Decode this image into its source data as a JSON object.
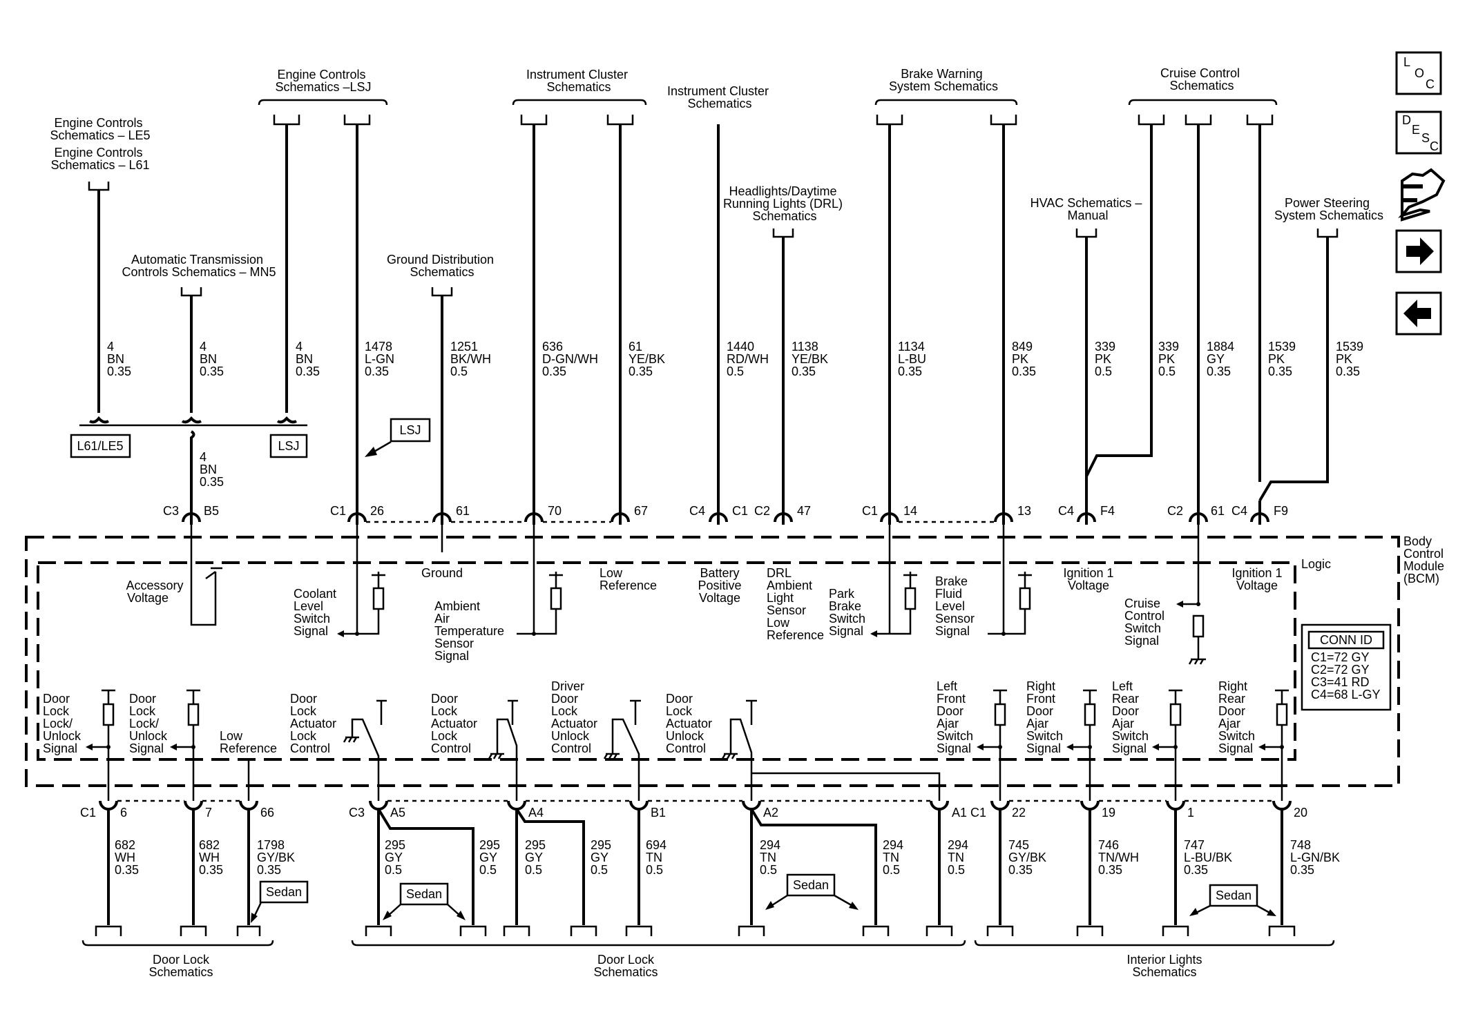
{
  "top_refs": [
    {
      "id": "engine-le5",
      "lines": [
        "Engine Controls",
        "Schematics – LE5"
      ]
    },
    {
      "id": "engine-l61",
      "lines": [
        "Engine Controls",
        "Schematics – L61"
      ]
    },
    {
      "id": "engine-lsj",
      "lines": [
        "Engine Controls",
        "Schematics –LSJ"
      ]
    },
    {
      "id": "trans-mn5",
      "lines": [
        "Automatic Transmission",
        "Controls Schematics – MN5"
      ]
    },
    {
      "id": "ground-dist",
      "lines": [
        "Ground Distribution",
        "Schematics"
      ]
    },
    {
      "id": "ic-1",
      "lines": [
        "Instrument Cluster",
        "Schematics"
      ]
    },
    {
      "id": "ic-2",
      "lines": [
        "Instrument Cluster",
        "Schematics"
      ]
    },
    {
      "id": "headlights",
      "lines": [
        "Headlights/Daytime",
        "Running Lights (DRL)",
        "Schematics"
      ]
    },
    {
      "id": "brake-warning",
      "lines": [
        "Brake Warning",
        "System Schematics"
      ]
    },
    {
      "id": "hvac",
      "lines": [
        "HVAC Schematics –",
        "Manual"
      ]
    },
    {
      "id": "cruise",
      "lines": [
        "Cruise Control",
        "Schematics"
      ]
    },
    {
      "id": "power-steering",
      "lines": [
        "Power Steering",
        "System Schematics"
      ]
    }
  ],
  "upper_wires": [
    {
      "id": "w1",
      "lines": [
        "4",
        "BN",
        "0.35"
      ]
    },
    {
      "id": "w2",
      "lines": [
        "4",
        "BN",
        "0.35"
      ]
    },
    {
      "id": "w3",
      "lines": [
        "4",
        "BN",
        "0.35"
      ]
    },
    {
      "id": "w4",
      "lines": [
        "1478",
        "L-GN",
        "0.35"
      ]
    },
    {
      "id": "w5",
      "lines": [
        "1251",
        "BK/WH",
        "0.5"
      ]
    },
    {
      "id": "w6",
      "lines": [
        "636",
        "D-GN/WH",
        "0.35"
      ]
    },
    {
      "id": "w7",
      "lines": [
        "61",
        "YE/BK",
        "0.35"
      ]
    },
    {
      "id": "w8",
      "lines": [
        "1440",
        "RD/WH",
        "0.5"
      ]
    },
    {
      "id": "w9",
      "lines": [
        "1138",
        "YE/BK",
        "0.35"
      ]
    },
    {
      "id": "w10",
      "lines": [
        "1134",
        "L-BU",
        "0.35"
      ]
    },
    {
      "id": "w11",
      "lines": [
        "849",
        "PK",
        "0.35"
      ]
    },
    {
      "id": "w12",
      "lines": [
        "339",
        "PK",
        "0.5"
      ]
    },
    {
      "id": "w13",
      "lines": [
        "339",
        "PK",
        "0.5"
      ]
    },
    {
      "id": "w14",
      "lines": [
        "1884",
        "GY",
        "0.35"
      ]
    },
    {
      "id": "w15",
      "lines": [
        "1539",
        "PK",
        "0.35"
      ]
    },
    {
      "id": "w16",
      "lines": [
        "1539",
        "PK",
        "0.35"
      ]
    },
    {
      "id": "w17",
      "lines": [
        "4",
        "BN",
        "0.35"
      ]
    }
  ],
  "option_tags": {
    "l61_le5": "L61/LE5",
    "lsj_left": "LSJ",
    "lsj_arrow": "LSJ",
    "sedan": "Sedan"
  },
  "upper_pins": [
    {
      "id": "c3",
      "text": "C3"
    },
    {
      "id": "b5",
      "text": "B5"
    },
    {
      "id": "c1a",
      "text": "C1"
    },
    {
      "id": "p26",
      "text": "26"
    },
    {
      "id": "p61",
      "text": "61"
    },
    {
      "id": "p70",
      "text": "70"
    },
    {
      "id": "p67",
      "text": "67"
    },
    {
      "id": "c4a",
      "text": "C4"
    },
    {
      "id": "c1b",
      "text": "C1"
    },
    {
      "id": "c2a",
      "text": "C2"
    },
    {
      "id": "p47",
      "text": "47"
    },
    {
      "id": "c1c",
      "text": "C1"
    },
    {
      "id": "p14",
      "text": "14"
    },
    {
      "id": "p13",
      "text": "13"
    },
    {
      "id": "c4b",
      "text": "C4"
    },
    {
      "id": "f4",
      "text": "F4"
    },
    {
      "id": "c2b",
      "text": "C2"
    },
    {
      "id": "p61b",
      "text": "61"
    },
    {
      "id": "c4c",
      "text": "C4"
    },
    {
      "id": "f9",
      "text": "F9"
    }
  ],
  "module": {
    "title_lines": [
      "Body",
      "Control",
      "Module",
      "(BCM)"
    ],
    "logic": "Logic"
  },
  "conn_id": {
    "title": "CONN ID",
    "rows": [
      "C1=72 GY",
      "C2=72 GY",
      "C3=41 RD",
      "C4=68 L-GY"
    ]
  },
  "upper_labels": [
    {
      "id": "accessory",
      "lines": [
        "Accessory",
        "Voltage"
      ]
    },
    {
      "id": "coolant",
      "lines": [
        "Coolant",
        "Level",
        "Switch",
        "Signal"
      ]
    },
    {
      "id": "ground",
      "lines": [
        "Ground"
      ]
    },
    {
      "id": "ambient",
      "lines": [
        "Ambient",
        "Air",
        "Temperature",
        "Sensor",
        "Signal"
      ]
    },
    {
      "id": "lowref",
      "lines": [
        "Low",
        "Reference"
      ]
    },
    {
      "id": "battery",
      "lines": [
        "Battery",
        "Positive",
        "Voltage"
      ]
    },
    {
      "id": "drl",
      "lines": [
        "DRL",
        "Ambient",
        "Light",
        "Sensor",
        "Low",
        "Reference"
      ]
    },
    {
      "id": "parkbrake",
      "lines": [
        "Park",
        "Brake",
        "Switch",
        "Signal"
      ]
    },
    {
      "id": "brakefluid",
      "lines": [
        "Brake",
        "Fluid",
        "Level",
        "Sensor",
        "Signal"
      ]
    },
    {
      "id": "ign1a",
      "lines": [
        "Ignition 1",
        "Voltage"
      ]
    },
    {
      "id": "cruise-sw",
      "lines": [
        "Cruise",
        "Control",
        "Switch",
        "Signal"
      ]
    },
    {
      "id": "ign1b",
      "lines": [
        "Ignition 1",
        "Voltage"
      ]
    }
  ],
  "lower_labels": [
    {
      "id": "dl1",
      "lines": [
        "Door",
        "Lock",
        "Lock/",
        "Unlock",
        "Signal"
      ]
    },
    {
      "id": "dl2",
      "lines": [
        "Door",
        "Lock",
        "Lock/",
        "Unlock",
        "Signal"
      ]
    },
    {
      "id": "lowref2",
      "lines": [
        "Low",
        "Reference"
      ]
    },
    {
      "id": "act1",
      "lines": [
        "Door",
        "Lock",
        "Actuator",
        "Lock",
        "Control"
      ]
    },
    {
      "id": "act2",
      "lines": [
        "Door",
        "Lock",
        "Actuator",
        "Lock",
        "Control"
      ]
    },
    {
      "id": "act3",
      "lines": [
        "Driver",
        "Door",
        "Lock",
        "Actuator",
        "Unlock",
        "Control"
      ]
    },
    {
      "id": "act4",
      "lines": [
        "Door",
        "Lock",
        "Actuator",
        "Unlock",
        "Control"
      ]
    },
    {
      "id": "ajar1",
      "lines": [
        "Left",
        "Front",
        "Door",
        "Ajar",
        "Switch",
        "Signal"
      ]
    },
    {
      "id": "ajar2",
      "lines": [
        "Right",
        "Front",
        "Door",
        "Ajar",
        "Switch",
        "Signal"
      ]
    },
    {
      "id": "ajar3",
      "lines": [
        "Left",
        "Rear",
        "Door",
        "Ajar",
        "Switch",
        "Signal"
      ]
    },
    {
      "id": "ajar4",
      "lines": [
        "Right",
        "Rear",
        "Door",
        "Ajar",
        "Switch",
        "Signal"
      ]
    }
  ],
  "lower_pins": [
    {
      "id": "lc1",
      "text": "C1"
    },
    {
      "id": "l6",
      "text": "6"
    },
    {
      "id": "l7",
      "text": "7"
    },
    {
      "id": "l66",
      "text": "66"
    },
    {
      "id": "lc3",
      "text": "C3"
    },
    {
      "id": "la5",
      "text": "A5"
    },
    {
      "id": "la4",
      "text": "A4"
    },
    {
      "id": "lb1",
      "text": "B1"
    },
    {
      "id": "la2",
      "text": "A2"
    },
    {
      "id": "la1",
      "text": "A1"
    },
    {
      "id": "lc1b",
      "text": "C1"
    },
    {
      "id": "l22",
      "text": "22"
    },
    {
      "id": "l19",
      "text": "19"
    },
    {
      "id": "l1",
      "text": "1"
    },
    {
      "id": "l20",
      "text": "20"
    }
  ],
  "lower_wires": [
    {
      "id": "b1",
      "lines": [
        "682",
        "WH",
        "0.35"
      ]
    },
    {
      "id": "b2",
      "lines": [
        "682",
        "WH",
        "0.35"
      ]
    },
    {
      "id": "b3",
      "lines": [
        "1798",
        "GY/BK",
        "0.35"
      ]
    },
    {
      "id": "b4",
      "lines": [
        "295",
        "GY",
        "0.5"
      ]
    },
    {
      "id": "b5",
      "lines": [
        "295",
        "GY",
        "0.5"
      ]
    },
    {
      "id": "b6",
      "lines": [
        "295",
        "GY",
        "0.5"
      ]
    },
    {
      "id": "b7",
      "lines": [
        "295",
        "GY",
        "0.5"
      ]
    },
    {
      "id": "b8",
      "lines": [
        "694",
        "TN",
        "0.5"
      ]
    },
    {
      "id": "b9",
      "lines": [
        "294",
        "TN",
        "0.5"
      ]
    },
    {
      "id": "b10",
      "lines": [
        "294",
        "TN",
        "0.5"
      ]
    },
    {
      "id": "b11",
      "lines": [
        "294",
        "TN",
        "0.5"
      ]
    },
    {
      "id": "b12",
      "lines": [
        "745",
        "GY/BK",
        "0.35"
      ]
    },
    {
      "id": "b13",
      "lines": [
        "746",
        "TN/WH",
        "0.35"
      ]
    },
    {
      "id": "b14",
      "lines": [
        "747",
        "L-BU/BK",
        "0.35"
      ]
    },
    {
      "id": "b15",
      "lines": [
        "748",
        "L-GN/BK",
        "0.35"
      ]
    }
  ],
  "bottom_refs": [
    {
      "id": "dl-left",
      "lines": [
        "Door Lock",
        "Schematics"
      ]
    },
    {
      "id": "dl-mid",
      "lines": [
        "Door Lock",
        "Schematics"
      ]
    },
    {
      "id": "interior",
      "lines": [
        "Interior Lights",
        "Schematics"
      ]
    }
  ],
  "nav_icons": [
    {
      "name": "loc-icon",
      "letters": [
        "L",
        "O",
        "C"
      ]
    },
    {
      "name": "desc-icon",
      "letters": [
        "D",
        "E",
        "S",
        "C"
      ]
    },
    {
      "name": "connector-pinout-icon"
    },
    {
      "name": "next-page-arrow-icon"
    },
    {
      "name": "previous-page-arrow-icon"
    }
  ]
}
